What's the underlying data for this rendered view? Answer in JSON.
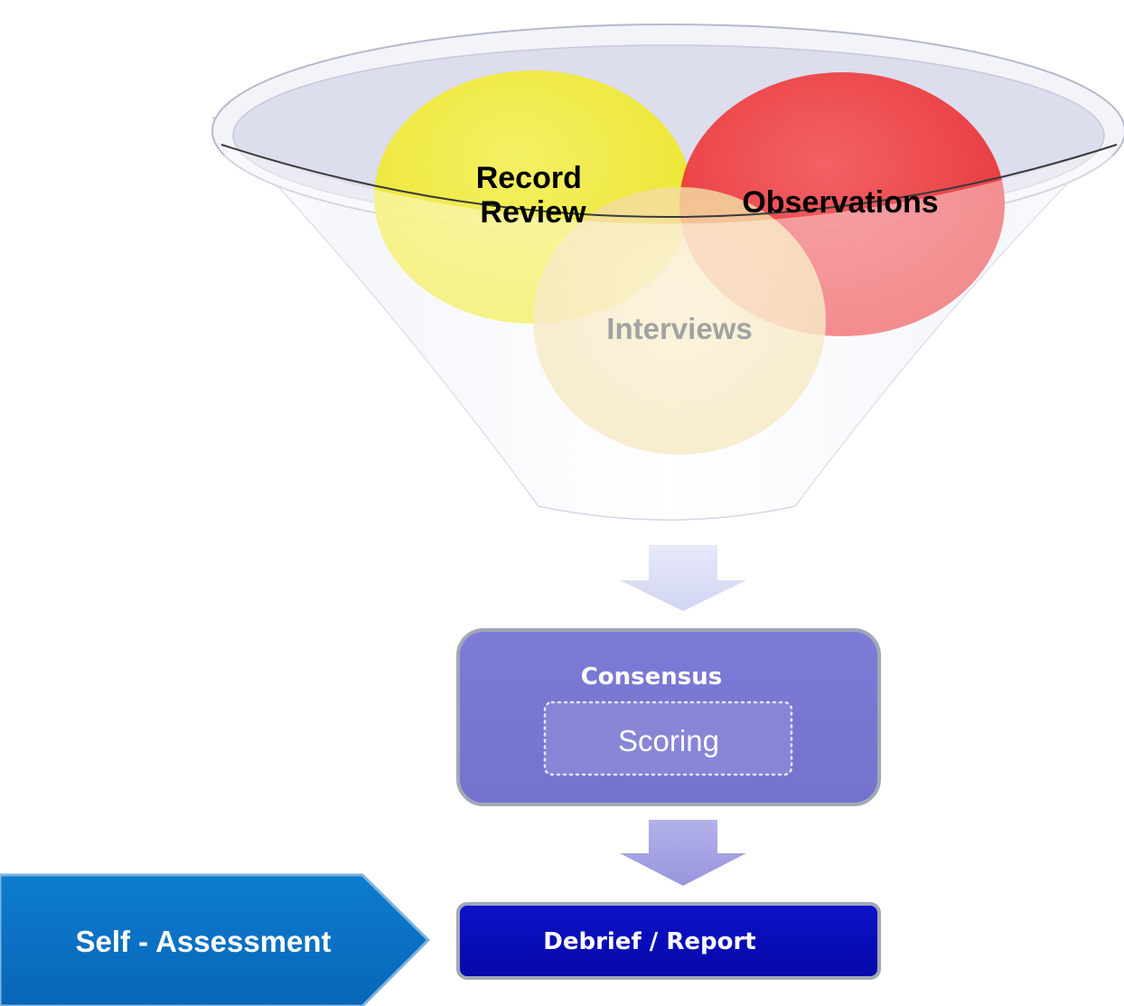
{
  "funnel": {
    "circles": [
      {
        "id": "record",
        "label_lines": [
          "Record",
          "Review"
        ],
        "color": "#f2ec1e",
        "text_color": "#000000"
      },
      {
        "id": "observations",
        "label_lines": [
          "Observations"
        ],
        "color": "#ee2a2e",
        "text_color": "#000000"
      },
      {
        "id": "interviews",
        "label_lines": [
          "Interviews"
        ],
        "color": "#f6d98a",
        "text_color": "#9a9a9a"
      }
    ],
    "rim_color": "#d9dbe8"
  },
  "consensus": {
    "title": "Consensus",
    "inner_label": "Scoring",
    "fill": "#7a78d2",
    "border": "#9aa3b0"
  },
  "debrief": {
    "label": "Debrief / Report",
    "fill": "#0a0fbf",
    "border": "#9aa3b0"
  },
  "self_assessment": {
    "label": "Self - Assessment",
    "fill": "#0a73c6"
  },
  "arrows": {
    "upper_color": "#d9dcf6",
    "lower_color": "#a4a2e3"
  }
}
